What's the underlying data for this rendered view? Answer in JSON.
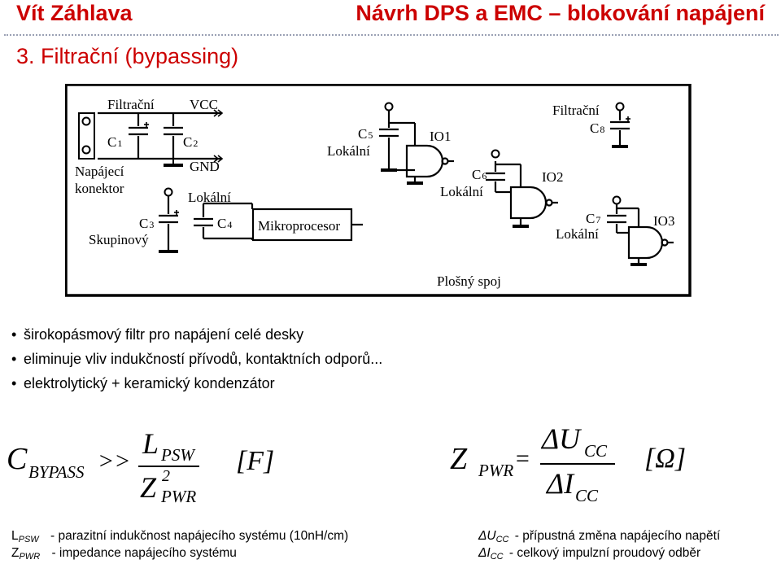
{
  "header": {
    "author": "Vít Záhlava",
    "title": "Návrh DPS a EMC – blokování napájení",
    "section": "3. Filtrační (bypassing)"
  },
  "diagram": {
    "filtracni_left": "Filtrační",
    "vcc": "VCC",
    "c1": "C",
    "c1_sub": "1",
    "c2": "C",
    "c2_sub": "2",
    "gnd": "GND",
    "napajeci": "Napájecí",
    "konektor": "konektor",
    "lokalni_c4": "Lokální",
    "c3": "C",
    "c3_sub": "3",
    "c4": "C",
    "c4_sub": "4",
    "skupinovy": "Skupinový",
    "mikroprocesor": "Mikroprocesor",
    "c5": "C",
    "c5_sub": "5",
    "lokalni_c5": "Lokální",
    "io1": "IO1",
    "c6": "C",
    "c6_sub": "6",
    "lokalni_c6": "Lokální",
    "io2": "IO2",
    "filtracni_right": "Filtrační",
    "c8": "C",
    "c8_sub": "8",
    "c7": "C",
    "c7_sub": "7",
    "lokalni_c7": "Lokální",
    "io3": "IO3",
    "plosny_spoj": "Plošný spoj"
  },
  "bullets": [
    "širokopásmový filtr pro napájení celé desky",
    "eliminuje vliv indukčností přívodů, kontaktních odporů...",
    "elektrolytický + keramický kondenzátor"
  ],
  "equation1": {
    "lhs": "C",
    "lhs_sub": "BYPASS",
    "op": ">>",
    "num": "L",
    "num_sub": "PSW",
    "den": "Z",
    "den_exp": "2",
    "den_sub": "PWR",
    "unit": "[F]"
  },
  "equation2": {
    "lhs": "Z",
    "lhs_sub": "PWR",
    "op": "=",
    "num": "ΔU",
    "num_sub": "CC",
    "den": "ΔI",
    "den_sub": "CC",
    "unit": "[Ω]"
  },
  "legend": {
    "lpsw_sym": "L",
    "lpsw_sub": "PSW",
    "lpsw_desc": " - parazitní indukčnost napájecího systému (10nH/cm)",
    "zpwr_sym": "Z",
    "zpwr_sub": "PWR",
    "zpwr_desc": " - impedance napájecího systému",
    "ducc_sym": "ΔU",
    "ducc_sub": "CC",
    "ducc_desc": " - přípustná změna napájecího napětí",
    "dicc_sym": "ΔI",
    "dicc_sub": "CC",
    "dicc_desc": " - celkový impulzní proudový odběr"
  },
  "colors": {
    "accent": "#cc0000",
    "rule": "#9aa0b4",
    "ink": "#000000"
  }
}
